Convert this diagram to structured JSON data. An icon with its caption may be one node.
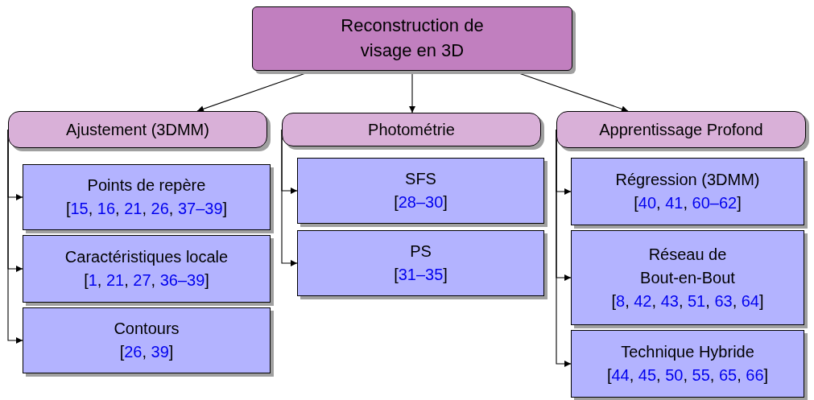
{
  "diagram": {
    "nodes": [
      {
        "text": [
          "Reconstruction de visage en 3D"
        ]
      },
      {
        "text": [
          "Ajustement (3DMM)"
        ]
      },
      {
        "text": [
          "Photométrie"
        ]
      },
      {
        "text": [
          "Apprentissage Profond"
        ]
      },
      {
        "text": [
          "Points de repère",
          "[15, 16, 21, 26, 37–39]"
        ]
      },
      {
        "text": [
          "Caractéristiques locale",
          "[1, 21, 27, 36–39]"
        ]
      },
      {
        "text": [
          "Contours",
          "[26, 39]"
        ]
      },
      {
        "text": [
          "SFS",
          "[28–30]"
        ]
      },
      {
        "text": [
          "PS",
          "[31–35]"
        ]
      },
      {
        "text": [
          "Régression (3DMM)",
          "[40, 41, 60–62]"
        ]
      },
      {
        "text": [
          "Réseau de Bout-en-Bout",
          "[8, 42, 43, 51, 63, 64]"
        ]
      },
      {
        "text": [
          "Technique Hybride",
          "[44, 45, 50, 55, 65, 66]"
        ]
      }
    ],
    "edges": [
      {
        "from": 0,
        "to": 1,
        "arrow": "to"
      },
      {
        "from": 0,
        "to": 2,
        "arrow": "to"
      },
      {
        "from": 0,
        "to": 3,
        "arrow": "to"
      },
      {
        "from": 1,
        "to": 4,
        "arrow": "to"
      },
      {
        "from": 1,
        "to": 5,
        "arrow": "to"
      },
      {
        "from": 1,
        "to": 6,
        "arrow": "to"
      },
      {
        "from": 2,
        "to": 7,
        "arrow": "to"
      },
      {
        "from": 2,
        "to": 8,
        "arrow": "to"
      },
      {
        "from": 3,
        "to": 9,
        "arrow": "to"
      },
      {
        "from": 3,
        "to": 10,
        "arrow": "to"
      },
      {
        "from": 3,
        "to": 11,
        "arrow": "to"
      }
    ]
  }
}
